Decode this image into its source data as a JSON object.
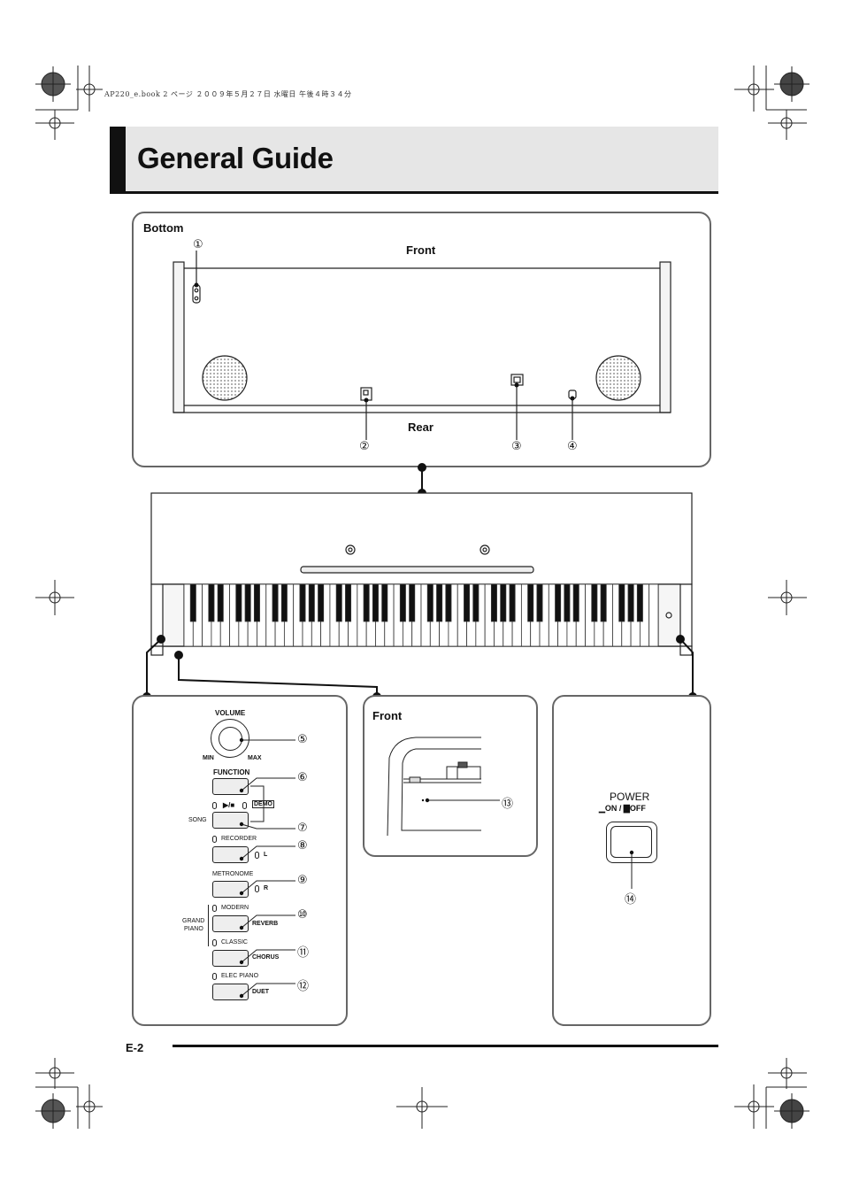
{
  "header": {
    "file_info": "AP220_e.book  2 ページ  ２００９年５月２７日  水曜日  午後４時３４分"
  },
  "page": {
    "title": "General Guide",
    "page_number": "E-2"
  },
  "bottom_panel": {
    "label": "Bottom",
    "front_label": "Front",
    "rear_label": "Rear",
    "callouts": [
      "①",
      "②",
      "③",
      "④"
    ]
  },
  "left_panel": {
    "volume": "VOLUME",
    "min": "MIN",
    "max": "MAX",
    "function": "FUNCTION",
    "play_stop": "▶/■",
    "demo": "DEMO",
    "song": "SONG",
    "recorder": "RECORDER",
    "l": "L",
    "metronome": "METRONOME",
    "r": "R",
    "grand": "GRAND",
    "piano": "PIANO",
    "modern": "MODERN",
    "reverb": "REVERB",
    "classic": "CLASSIC",
    "chorus": "CHORUS",
    "elec_piano": "ELEC PIANO",
    "duet": "DUET",
    "callouts": [
      "⑤",
      "⑥",
      "⑦",
      "⑧",
      "⑨",
      "⑩",
      "⑪",
      "⑫"
    ]
  },
  "front_panel": {
    "label": "Front",
    "callout": "⑬"
  },
  "power_panel": {
    "power": "POWER",
    "on_off": "▁ON / ▇OFF",
    "callout": "⑭"
  }
}
